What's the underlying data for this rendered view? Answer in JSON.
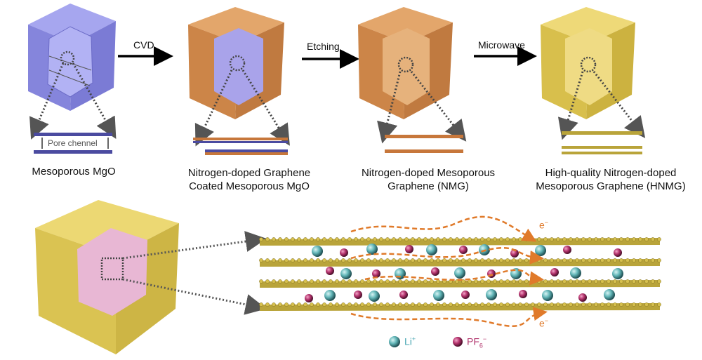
{
  "figure": {
    "stages": [
      {
        "id": "mgo",
        "label": "Mesoporous MgO",
        "color": "#8f8fe6",
        "inner": "#a9a9f2",
        "annotation": "Pore chennel"
      },
      {
        "id": "ngc",
        "label": "Nitrogen-doped Graphene Coated Mesoporous MgO",
        "line1": "Nitrogen-doped Graphene",
        "line2": "Coated Mesoporous MgO",
        "color": "#d9955a",
        "inner": "#a7a1e6"
      },
      {
        "id": "nmg",
        "label": "Nitrogen-doped Mesoporous Graphene (NMG)",
        "line1": "Nitrogen-doped Mesoporous",
        "line2": "Graphene (NMG)",
        "color": "#d9955a",
        "inner": "#e0a870"
      },
      {
        "id": "hnmg",
        "label": "High-quality Nitrogen-doped Mesoporous Graphene (HNMG)",
        "line1": "High-quality Nitrogen-doped",
        "line2": "Mesoporous Graphene (HNMG)",
        "color": "#e3cc5a",
        "inner": "#ead778"
      }
    ],
    "steps": [
      "CVD",
      "Etching",
      "Microwave"
    ],
    "bottom": {
      "cube_color": "#e6d36a",
      "cube_inner": "#e8b3d2",
      "electron_label": "e",
      "electron_sup": "−",
      "sheet_color": "#b9a43a",
      "path_color": "#e07a2a"
    },
    "legend": {
      "li": {
        "text": "Li",
        "sup": "+",
        "color": "#4aa7b3"
      },
      "pf6": {
        "text": "PF",
        "sub": "6",
        "sup": "−",
        "color": "#b2376e"
      }
    }
  }
}
